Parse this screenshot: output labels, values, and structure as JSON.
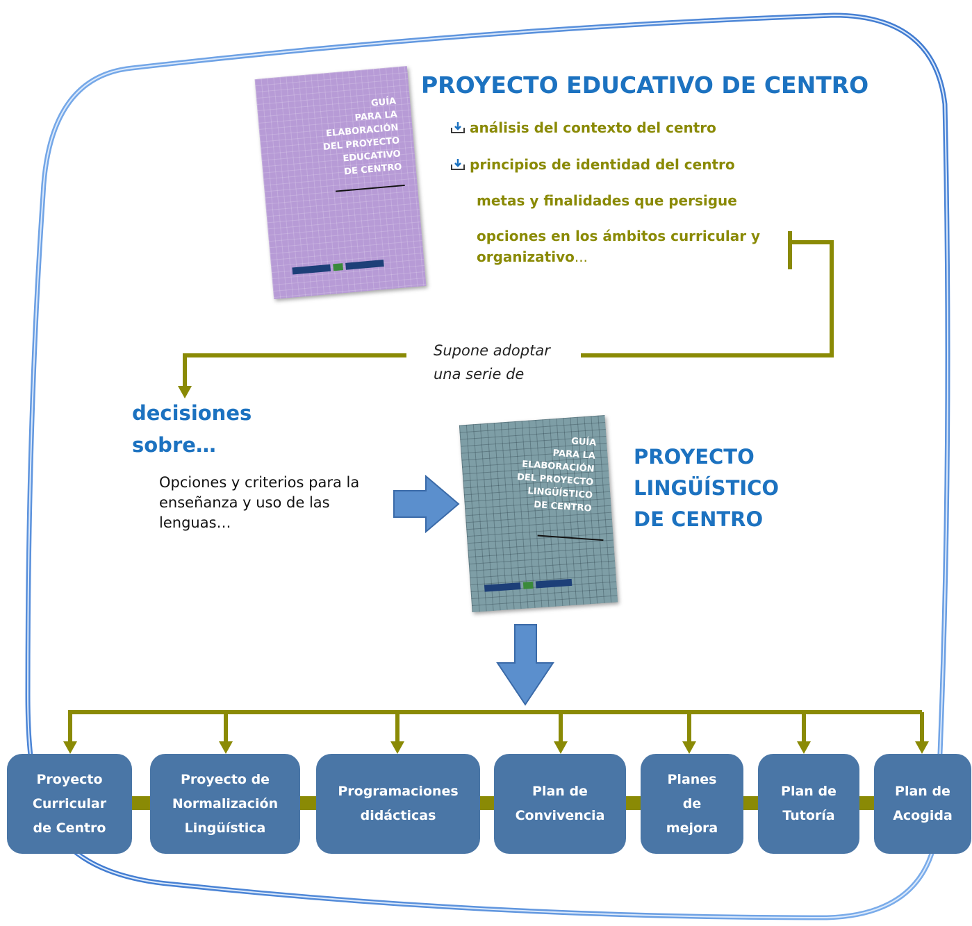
{
  "title": "PROYECTO EDUCATIVO DE CENTRO",
  "pec_items": [
    {
      "icon": "tray-download-icon",
      "text": "análisis del contexto del centro"
    },
    {
      "icon": "tray-download-icon",
      "text": "principios de identidad del centro"
    },
    {
      "icon": "",
      "text": "metas y finalidades que persigue"
    }
  ],
  "pec_last_item": {
    "line1": "opciones en los ámbitos curricular y",
    "line2": "organizativo",
    "ellipsis": "..."
  },
  "connector_note": {
    "line1": "Supone adoptar",
    "line2": "una serie de"
  },
  "decisiones": {
    "line1": "decisiones",
    "line2": "sobre…"
  },
  "opciones_text": "Opciones y criterios para la enseñanza y uso de las lenguas…",
  "plc_title": {
    "line1": "PROYECTO",
    "line2": "LINGÜÍSTICO",
    "line3": "DE CENTRO"
  },
  "cover_pec": {
    "lines": [
      "GUÍA",
      "PARA LA",
      "ELABORACIÓN",
      "DEL PROYECTO",
      "EDUCATIVO",
      "DE CENTRO"
    ],
    "bg": "#b79bd6"
  },
  "cover_plc": {
    "lines": [
      "GUÍA",
      "PARA LA",
      "ELABORACIÓN",
      "DEL PROYECTO",
      "LINGÜÍSTICO",
      "DE CENTRO"
    ],
    "bg": "#7e9ea6"
  },
  "boxes": [
    {
      "label": "Proyecto\nCurricular\nde Centro"
    },
    {
      "label": "Proyecto de\nNormalización\nLingüística"
    },
    {
      "label": "Programaciones\ndidácticas"
    },
    {
      "label": "Plan de\nConvivencia"
    },
    {
      "label": "Planes\nde\nmejora"
    },
    {
      "label": "Plan de\nTutoría"
    },
    {
      "label": "Plan de\nAcogida"
    }
  ],
  "colors": {
    "olive": "#8a8a05",
    "blue_title": "#1c72c0",
    "box": "#4a76a6",
    "frame": "#5a8fd8",
    "arrow": "#5b8fcd"
  }
}
